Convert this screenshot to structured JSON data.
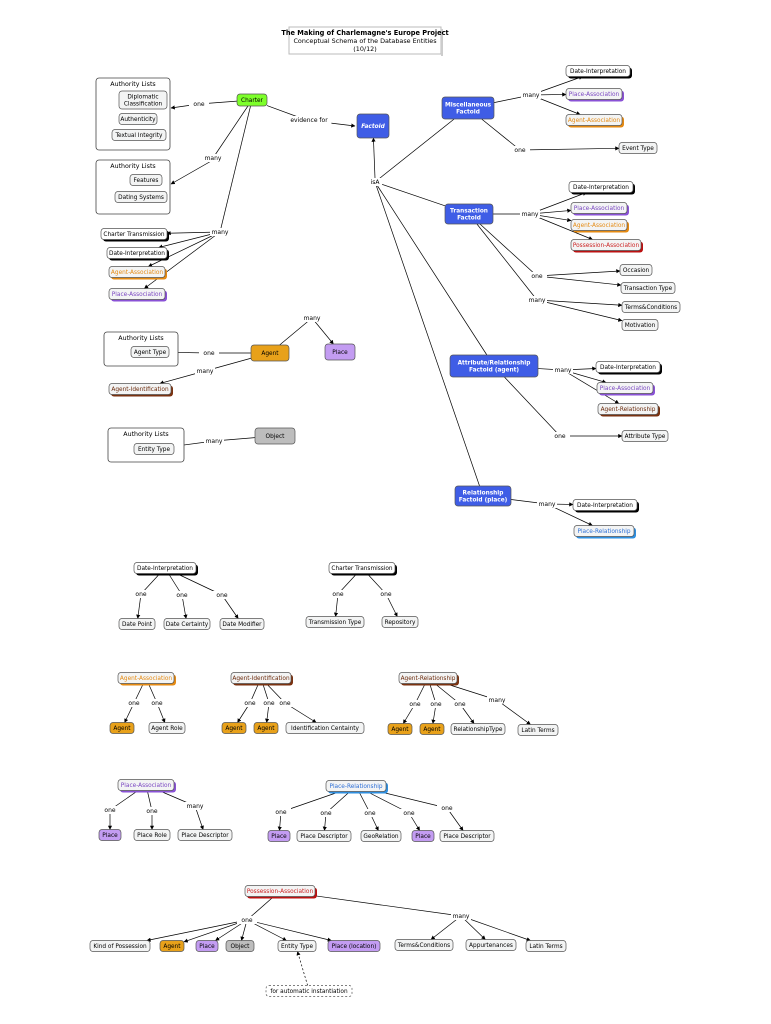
{
  "title": {
    "line1": "The Making of Charlemagne's Europe Project",
    "line2": "Conceptual Schema of the Database Entities",
    "line3": "(10/12)"
  },
  "colors": {
    "green": "#7dff2a",
    "blue": "#3f5de6",
    "orange": "#e8a11a",
    "purple": "#c39cf2",
    "grey": "#bdbdbd",
    "light": "#f3f4f4",
    "text_orange": "#e58a12",
    "text_purple": "#7a46c2",
    "text_red": "#cc2222",
    "text_blue": "#2d6fd6",
    "shadow_purple": "#8a52d6",
    "shadow_orange": "#e58a12",
    "shadow_red": "#bb1111",
    "shadow_brown": "#7a3210",
    "shadow_blue": "#2e8fe0"
  },
  "labels": {
    "one": "one",
    "many": "many",
    "evidence_for": "evidence for",
    "isa": "isA"
  },
  "boxes": {
    "charter": "Charter",
    "factoid": "Factoid",
    "auth_lists": "Authority Lists",
    "diplomatic": "Diplomatic Classification",
    "authenticity": "Authenticity",
    "textual_integrity": "Textual Integrity",
    "features": "Features",
    "dating_systems": "Dating Systems",
    "charter_transmission": "Charter Transmission",
    "date_interpretation": "Date-Interpretation",
    "agent_association": "Agent-Association",
    "place_association": "Place-Association",
    "agent": "Agent",
    "place": "Place",
    "agent_type": "Agent Type",
    "agent_identification": "Agent-Identification",
    "object": "Object",
    "entity_type": "Entity Type",
    "misc_factoid": "Miscellaneous Factoid",
    "event_type": "Event Type",
    "transaction_factoid": "Transaction Factoid",
    "possession_association": "Possession-Association",
    "occasion": "Occasion",
    "transaction_type": "Transaction Type",
    "terms_conditions": "Terms&Conditions",
    "motivation": "Motivation",
    "attr_factoid": "Attribute/Relationship Factoid (agent)",
    "agent_relationship": "Agent-Relationship",
    "attribute_type": "Attribute Type",
    "rel_factoid": "Relationship Factoid (place)",
    "place_relationship": "Place-Relationship",
    "date_point": "Date Point",
    "date_certainty": "Date Certainty",
    "date_modifier": "Date Modifier",
    "transmission_type": "Transmission Type",
    "repository": "Repository",
    "agent_role": "Agent Role",
    "identification_certainty": "Identification Centainty",
    "relationship_type": "RelationshipType",
    "latin_terms": "Latin Terms",
    "place_role": "Place Role",
    "place_descriptor": "Place Descriptor",
    "georelation": "GeoRelation",
    "kind_of_possession": "Kind of Possession",
    "place_location": "Place (location)",
    "appurtenances": "Appurtenances",
    "auto_instantiation": "for automatic instantiation"
  }
}
